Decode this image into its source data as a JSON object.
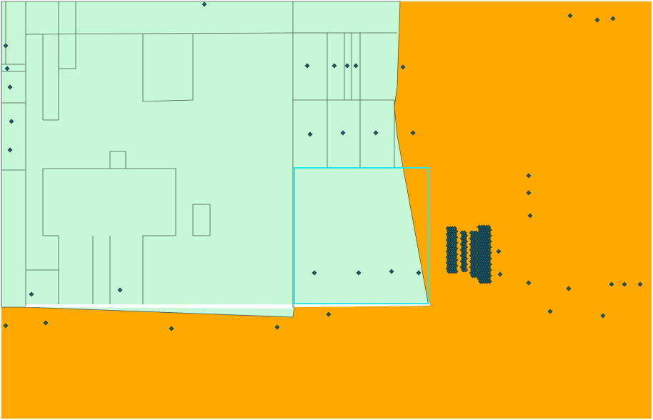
{
  "map": {
    "colors": {
      "parcel_fill": "#C4F8D6",
      "parcel_outline": "#4A5A50",
      "zone_fill": "#FFA800",
      "selection_outline": "#2EE6EA",
      "point_fill": "#1E5A66",
      "point_outline": "#0A2A30",
      "gap_fill": "#FFFFFF"
    },
    "layers": [
      {
        "name": "parcels-layer"
      },
      {
        "name": "zone-layer"
      },
      {
        "name": "point-features-layer"
      },
      {
        "name": "selection-layer"
      }
    ],
    "point_symbol": "diamond-marker-icon"
  }
}
